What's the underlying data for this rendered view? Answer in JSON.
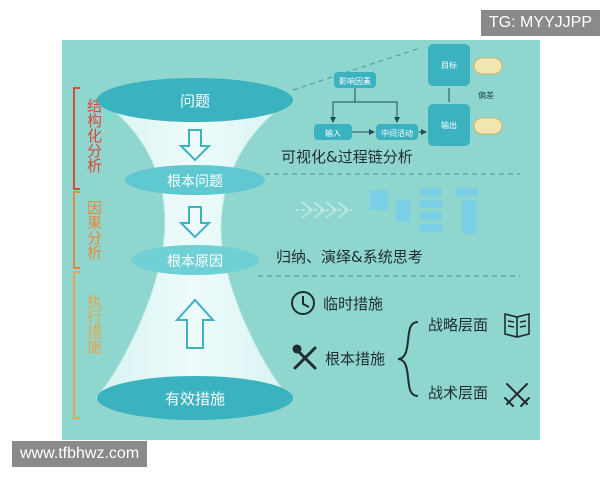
{
  "funnel": {
    "top": "问题",
    "level2": "根本问题",
    "level3": "根本原因",
    "bottom": "有效措施"
  },
  "side_labels": {
    "structure": "结构化分析",
    "cause": "因果分析",
    "execute": "执行措施"
  },
  "flow": {
    "factors": "影响因素",
    "input": "输入",
    "process": "中间活动",
    "output": "输出",
    "target": "目标",
    "deviation": "偏差"
  },
  "captions": {
    "visualize": "可视化&过程链分析",
    "reasoning": "归纳、演绎&系统思考"
  },
  "measures": {
    "temporary": "临时措施",
    "fundamental": "根本措施",
    "strategic": "战略层面",
    "tactical": "战术层面"
  },
  "watermarks": {
    "top": "TG: MYYJJPP",
    "bottom": "www.tfbhwz.com"
  },
  "colors": {
    "background": "#8fd6cf",
    "ellipse": "#3bb2c0",
    "accent_red": "#d94a3a",
    "accent_orange": "#e58a3c"
  }
}
